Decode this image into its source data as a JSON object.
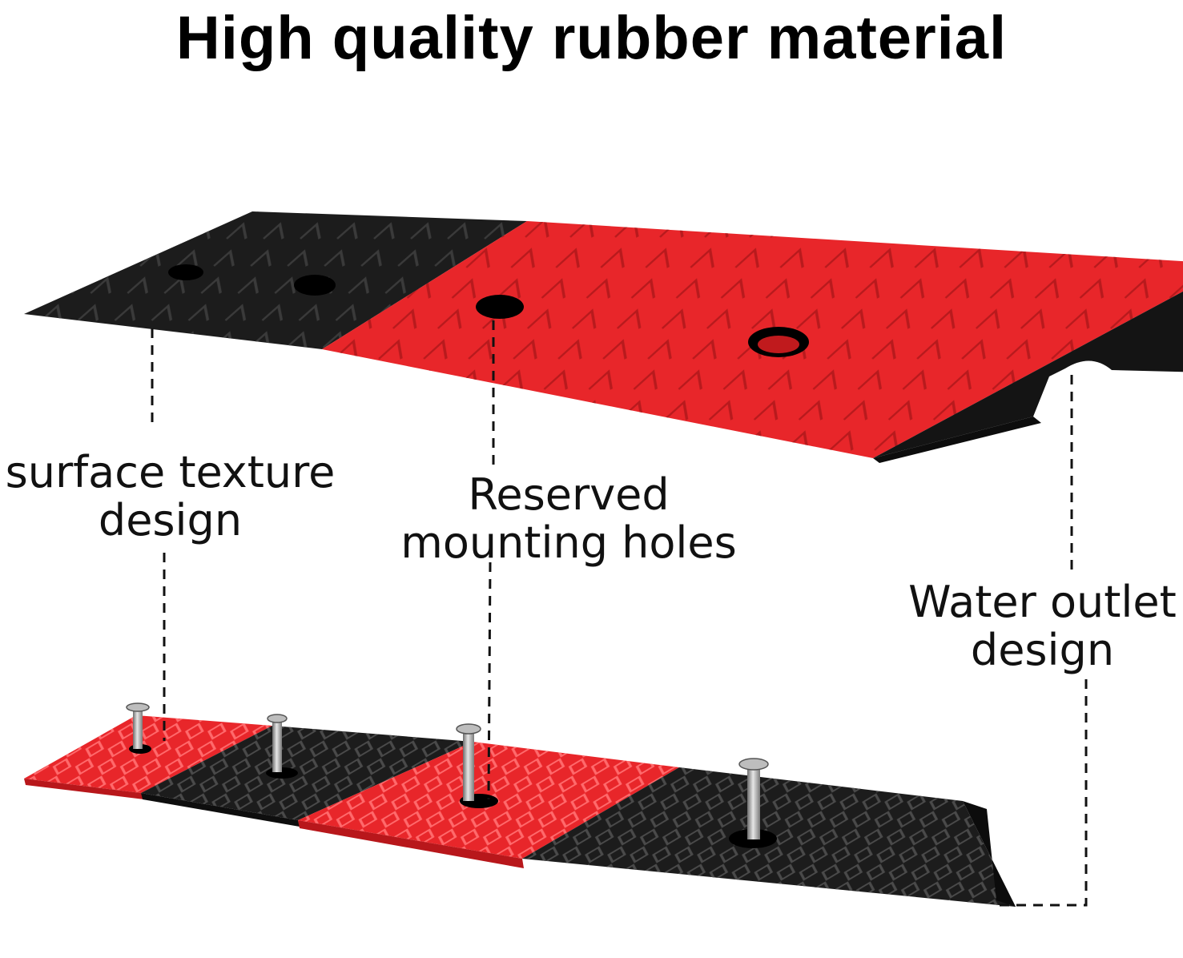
{
  "headline": "High quality rubber material",
  "callouts": {
    "surface_texture": {
      "line1": "surface texture",
      "line2": "design"
    },
    "mounting_holes": {
      "line1": "Reserved",
      "line2": "mounting holes"
    },
    "water_outlet": {
      "line1": "Water outlet",
      "line2": "design"
    }
  },
  "colors": {
    "rubber_red": "#e8262a",
    "rubber_black": "#1c1c1c",
    "background": "#ffffff",
    "leader_line": "#111111"
  },
  "images": {
    "top_product": "black-and-red-rubber-curb-ramp",
    "bottom_product": "four-piece-ramp-with-screws"
  }
}
